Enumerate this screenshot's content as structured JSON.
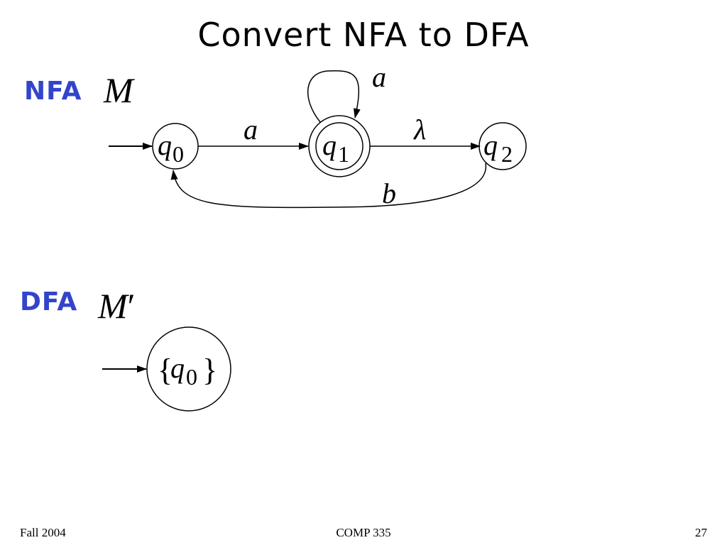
{
  "slide": {
    "title": "Convert NFA to DFA",
    "accent_color": "#3344cc"
  },
  "nfa": {
    "label": "NFA",
    "machine": "M",
    "states": [
      {
        "name": "q",
        "sub": "0",
        "start": true,
        "accepting": false
      },
      {
        "name": "q",
        "sub": "1",
        "start": false,
        "accepting": true
      },
      {
        "name": "q",
        "sub": "2",
        "start": false,
        "accepting": false
      }
    ],
    "transitions": [
      {
        "from": "q0",
        "to": "q1",
        "symbol": "a"
      },
      {
        "from": "q1",
        "to": "q1",
        "symbol": "a"
      },
      {
        "from": "q1",
        "to": "q2",
        "symbol": "λ"
      },
      {
        "from": "q2",
        "to": "q0",
        "symbol": "b"
      }
    ]
  },
  "dfa": {
    "label": "DFA",
    "machine": "M",
    "prime": "′",
    "states": [
      {
        "name": "q",
        "sub": "0",
        "open_brace": "{",
        "close_brace": "}",
        "start": true
      }
    ]
  },
  "footer": {
    "left": "Fall 2004",
    "center": "COMP 335",
    "right": "27"
  }
}
